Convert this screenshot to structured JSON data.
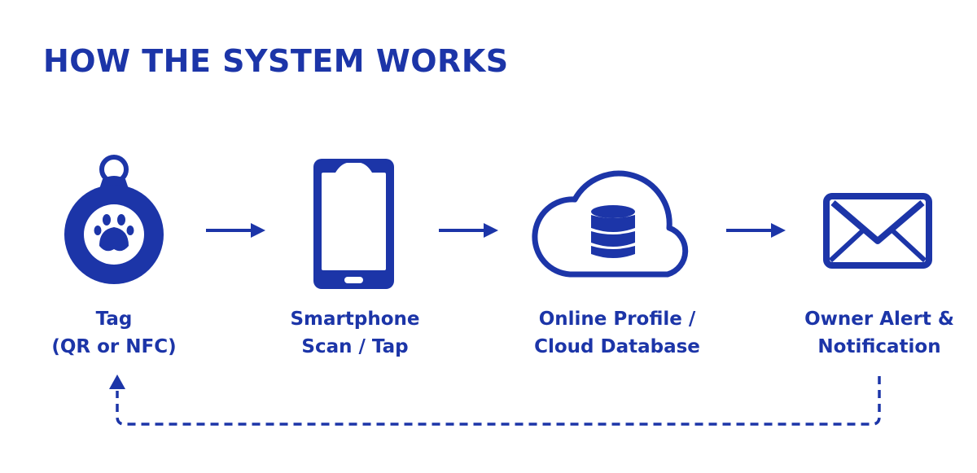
{
  "title": "HOW THE SYSTEM WORKS",
  "colors": {
    "primary": "#1c35a8",
    "background": "#ffffff"
  },
  "steps": [
    {
      "icon": "pet-tag-paw-icon",
      "line1": "Tag",
      "line2": "(QR or NFC)"
    },
    {
      "icon": "smartphone-icon",
      "line1": "Smartphone",
      "line2": "Scan / Tap"
    },
    {
      "icon": "cloud-database-icon",
      "line1": "Online Profile /",
      "line2": "Cloud Database"
    },
    {
      "icon": "envelope-icon",
      "line1": "Owner Alert &",
      "line2": "Notification"
    }
  ],
  "connections": {
    "forward": "solid-arrow",
    "feedback": "dashed-return-arrow"
  }
}
